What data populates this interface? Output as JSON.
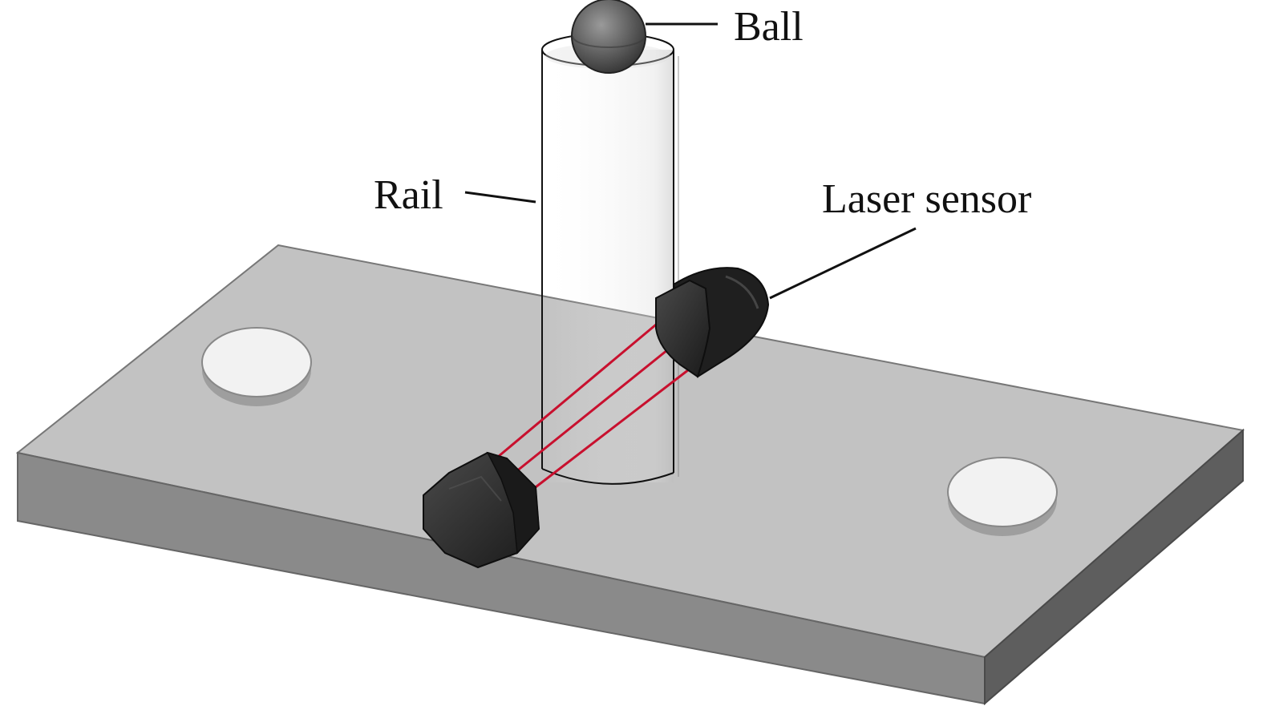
{
  "labels": {
    "ball": "Ball",
    "rail": "Rail",
    "laser_sensor": "Laser sensor"
  },
  "colors": {
    "background": "#ffffff",
    "plate_top": "#c2c2c2",
    "plate_front": "#8a8a8a",
    "plate_side": "#5e5e5e",
    "hole": "#f2f2f2",
    "sensor_body": "#2a2a2a",
    "laser_beam": "#c8102e",
    "ball": "#6e6e6e",
    "outline": "#111111"
  }
}
